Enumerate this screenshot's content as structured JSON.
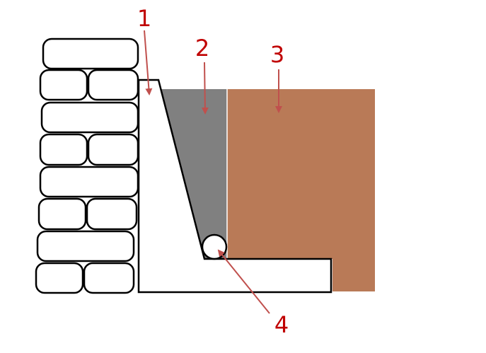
{
  "callouts": [
    {
      "label": "1",
      "target": "wall"
    },
    {
      "label": "2",
      "target": "drainage-fill"
    },
    {
      "label": "3",
      "target": "soil"
    },
    {
      "label": "4",
      "target": "drain-pipe"
    }
  ],
  "colors": {
    "callout": "#c00000",
    "arrow": "#c0504d",
    "drainage_fill": "#808080",
    "soil": "#b97a57",
    "outline": "#000000",
    "wall_fill": "#ffffff"
  }
}
